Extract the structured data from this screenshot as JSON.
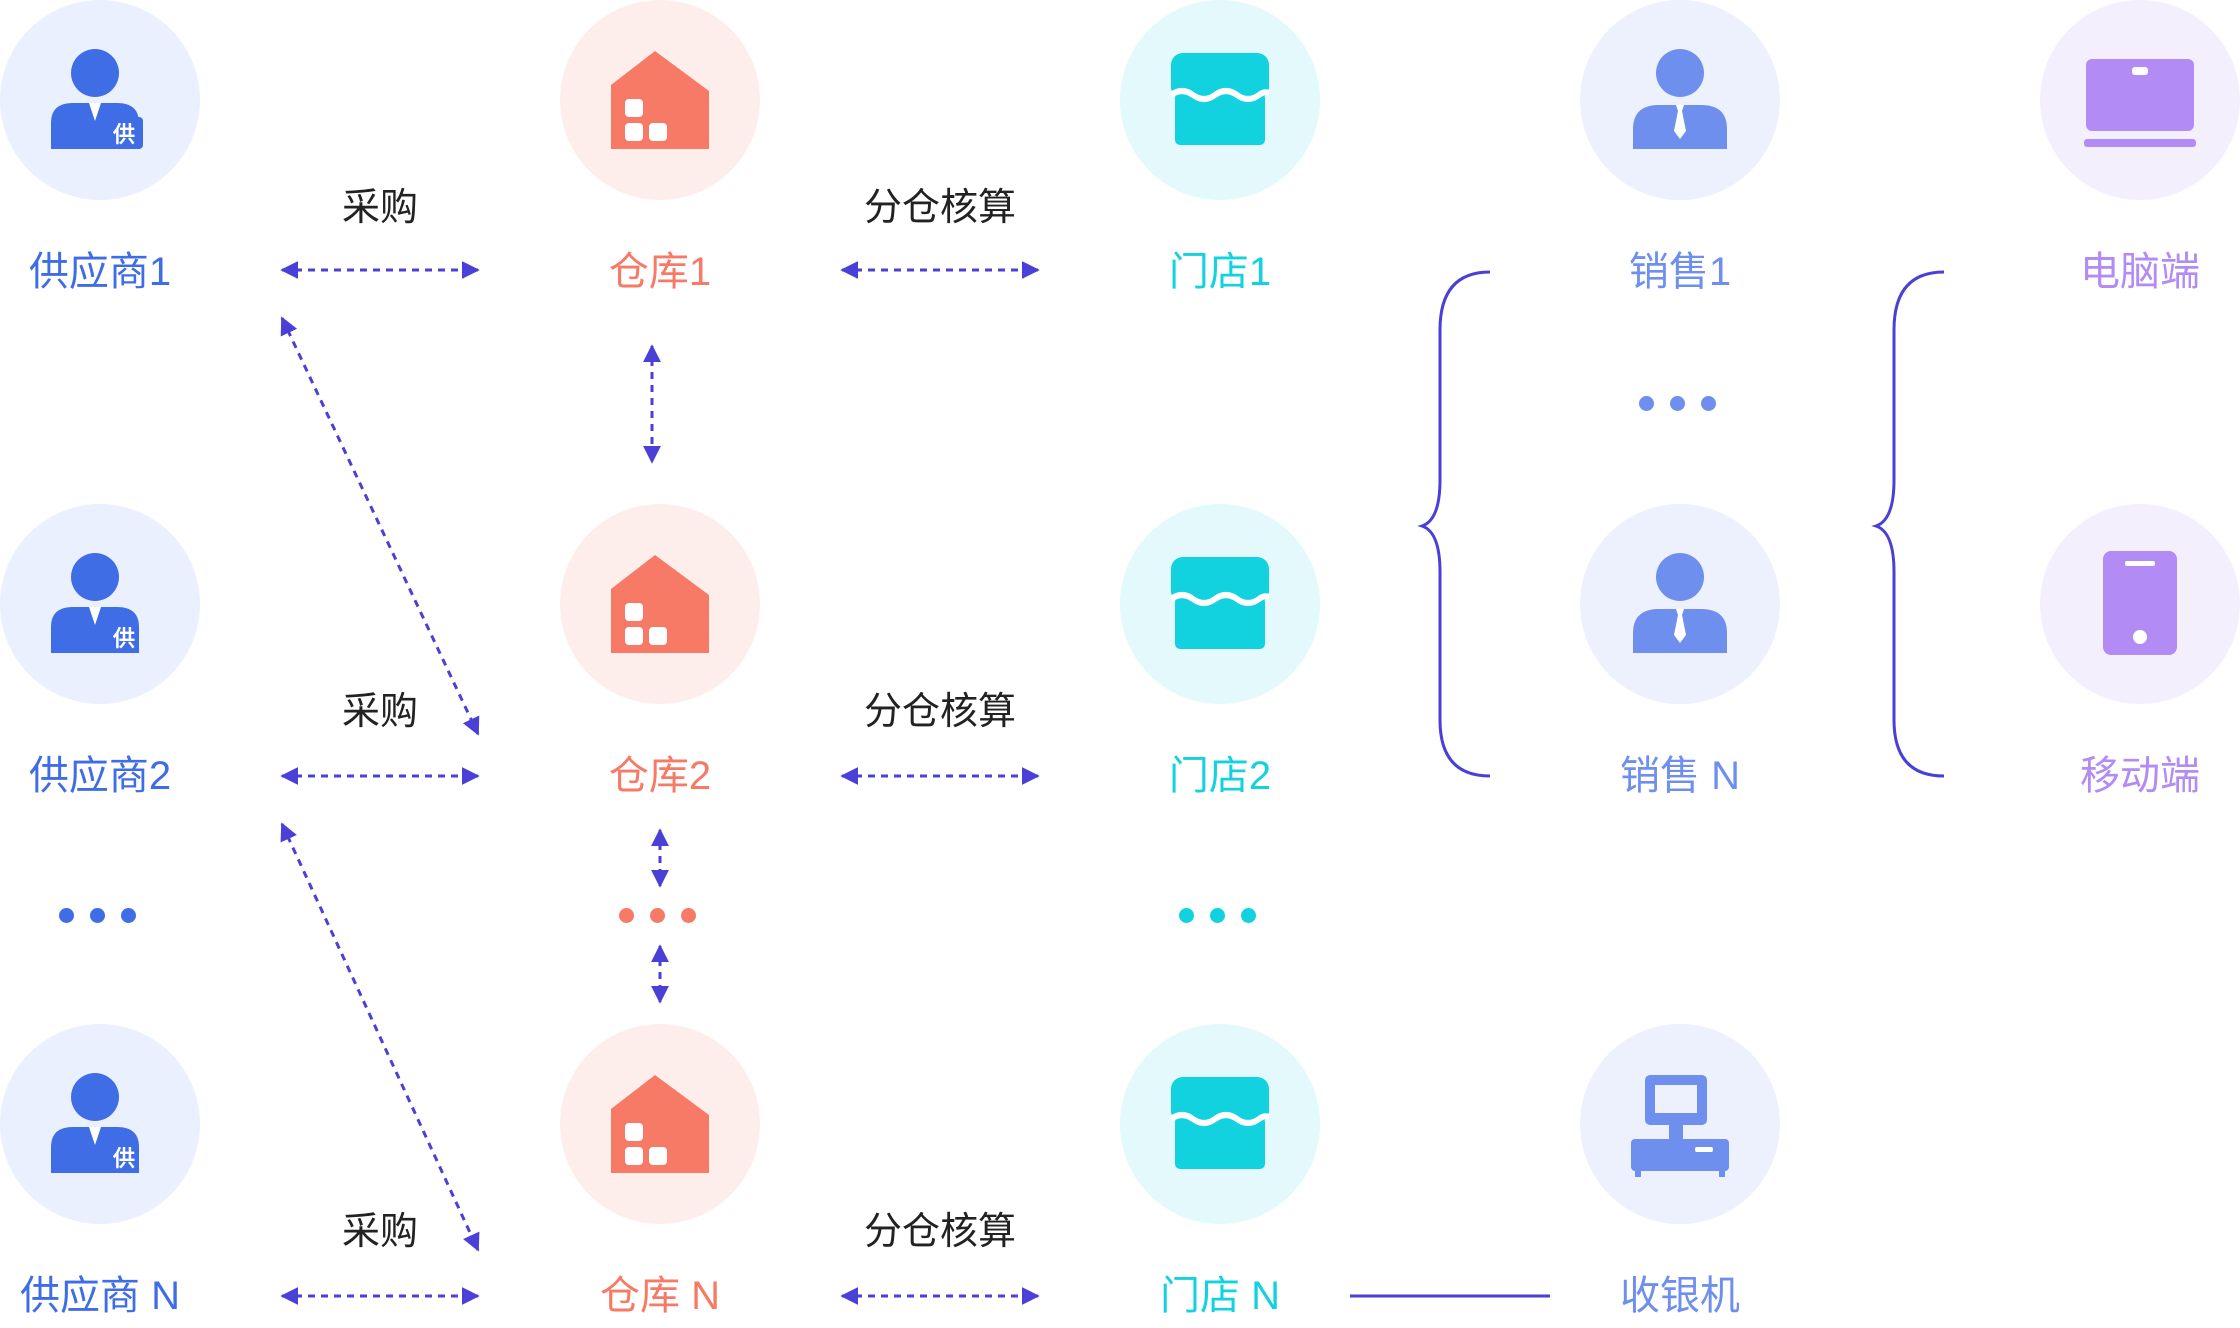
{
  "colors": {
    "supplier": "#3f6de6",
    "warehouse": "#f77a66",
    "store": "#12d2e0",
    "sales": "#6f8fef",
    "device": "#b38bf4",
    "arrow": "#4a3fd6"
  },
  "suppliers": [
    {
      "label": "供应商1",
      "badge": "供"
    },
    {
      "label": "供应商2",
      "badge": "供"
    },
    {
      "label": "供应商 N",
      "badge": "供"
    }
  ],
  "warehouses": [
    {
      "label": "仓库1"
    },
    {
      "label": "仓库2"
    },
    {
      "label": "仓库 N"
    }
  ],
  "stores": [
    {
      "label": "门店1"
    },
    {
      "label": "门店2"
    },
    {
      "label": "门店 N"
    }
  ],
  "sales": [
    {
      "label": "销售1"
    },
    {
      "label": "销售 N"
    }
  ],
  "pos": {
    "label": "收银机"
  },
  "devices": [
    {
      "label": "电脑端"
    },
    {
      "label": "移动端"
    }
  ],
  "edge_labels": {
    "purchase": "采购",
    "accounting": "分仓核算"
  },
  "icons": {
    "supplier": "supplier-person-icon",
    "warehouse": "warehouse-icon",
    "store": "store-icon",
    "sales": "salesperson-icon",
    "pos": "cash-register-icon",
    "pc": "laptop-icon",
    "mobile": "mobile-phone-icon"
  }
}
